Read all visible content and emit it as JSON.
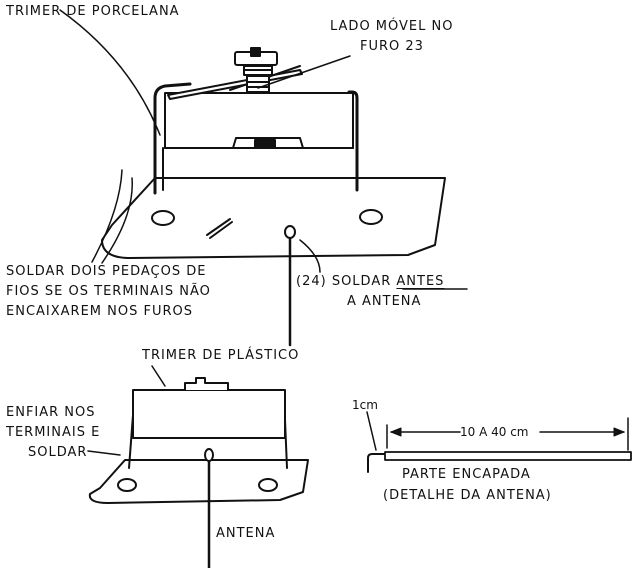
{
  "colors": {
    "ink": "#111111",
    "paper": "#ffffff"
  },
  "labels": {
    "porcelain_trimmer": "TRIMER DE PORCELANA",
    "moving_side_line1": "LADO MÓVEL NO",
    "moving_side_line2": "FURO 23",
    "solder_wires_line1": "SOLDAR DOIS PEDAÇOS DE",
    "solder_wires_line2": "FIOS SE OS TERMINAIS NÃO",
    "solder_wires_line3": "ENCAIXAREM NOS FUROS",
    "solder_before_prefix": "(24) SOLDAR",
    "solder_before_word": "ANTES",
    "solder_before_line2": "A  ANTENA",
    "plastic_trimmer": "TRIMER DE PLÁSTICO",
    "insert_line1": "ENFIAR NOS",
    "insert_line2": "TERMINAIS E",
    "insert_line3": "SOLDAR",
    "antenna": "ANTENA",
    "one_cm": "1cm",
    "length_range": "10 A 40 cm",
    "covered_part": "PARTE ENCAPADA",
    "antenna_detail": "(DETALHE DA ANTENA)"
  }
}
